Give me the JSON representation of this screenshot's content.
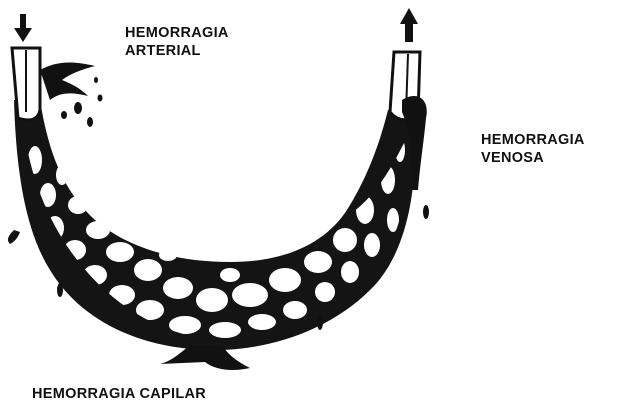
{
  "labels": {
    "arterial": [
      "HEMORRAGIA",
      "ARTERIAL"
    ],
    "venosa": [
      "HEMORRAGIA",
      "VENOSA"
    ],
    "capilar": "HEMORRAGIA CAPILAR"
  },
  "icons": {
    "inflow": "arrow-down-icon",
    "outflow": "arrow-up-icon"
  },
  "colors": {
    "ink": "#111111",
    "background": "#ffffff"
  }
}
